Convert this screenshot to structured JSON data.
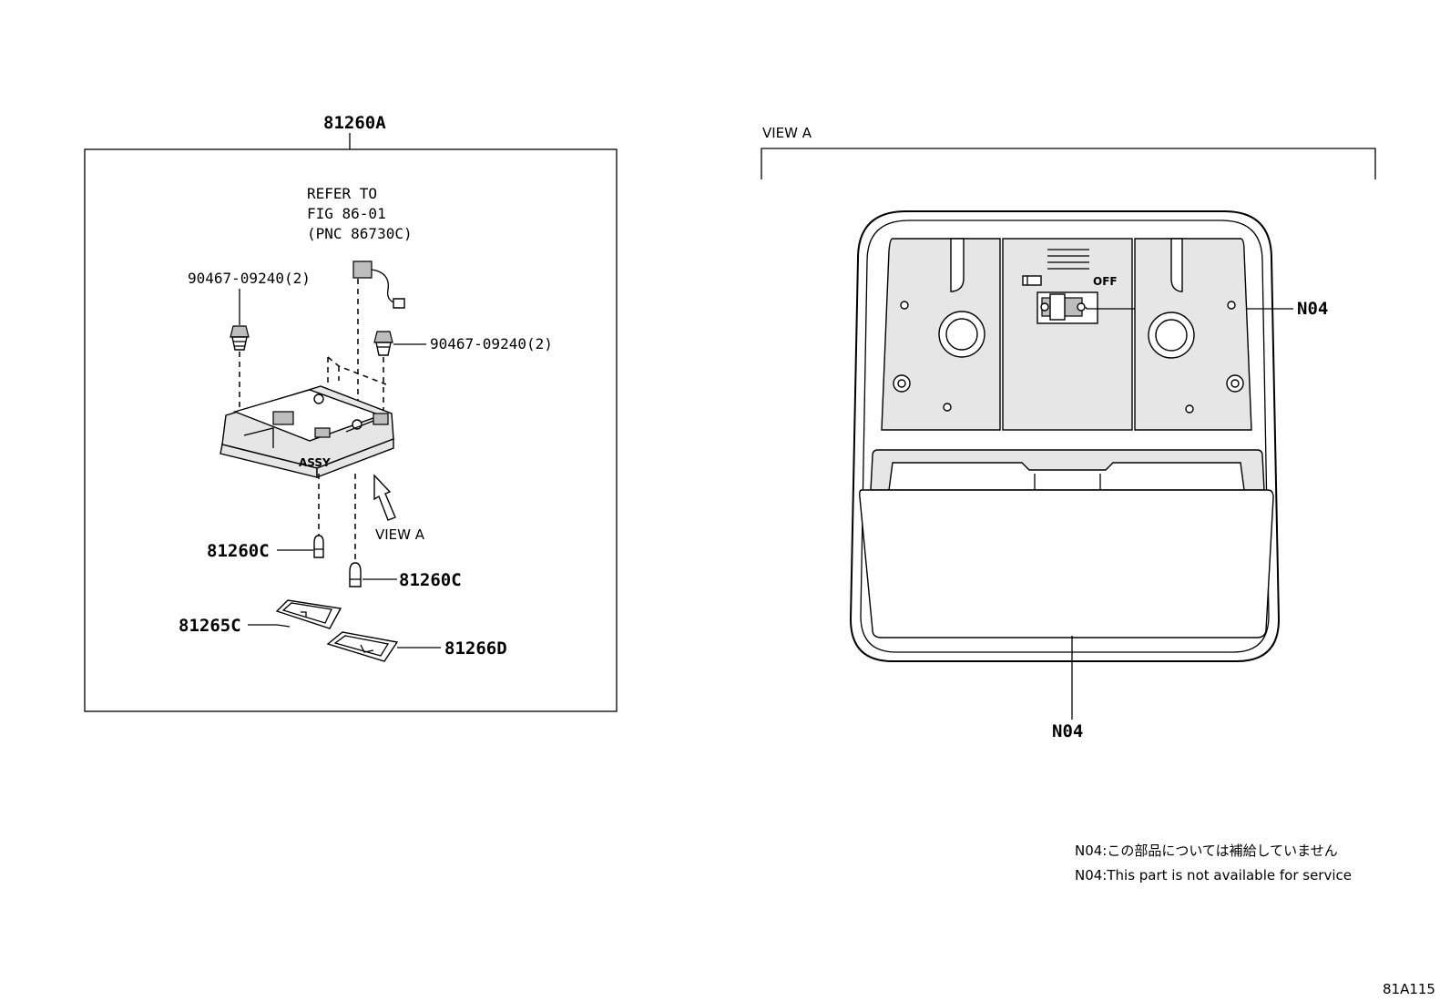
{
  "labels": {
    "assembly": "81260A",
    "refer_line1": "REFER TO",
    "refer_line2": "FIG 86-01",
    "refer_line3": "(PNC 86730C)",
    "clip_left": "90467-09240(2)",
    "clip_right": "90467-09240(2)",
    "view_arrow": "VIEW A",
    "bulb_left": "81260C",
    "bulb_right": "81260C",
    "lens_left": "81265C",
    "lens_right": "81266D",
    "view_title": "VIEW A",
    "switch_off": "OFF",
    "n04_switch": "N04",
    "n04_bottom": "N04",
    "figure_code": "81A115"
  },
  "notes": {
    "jp": "N04:この部品については補給していません",
    "en": "N04:This part is not available for service"
  }
}
